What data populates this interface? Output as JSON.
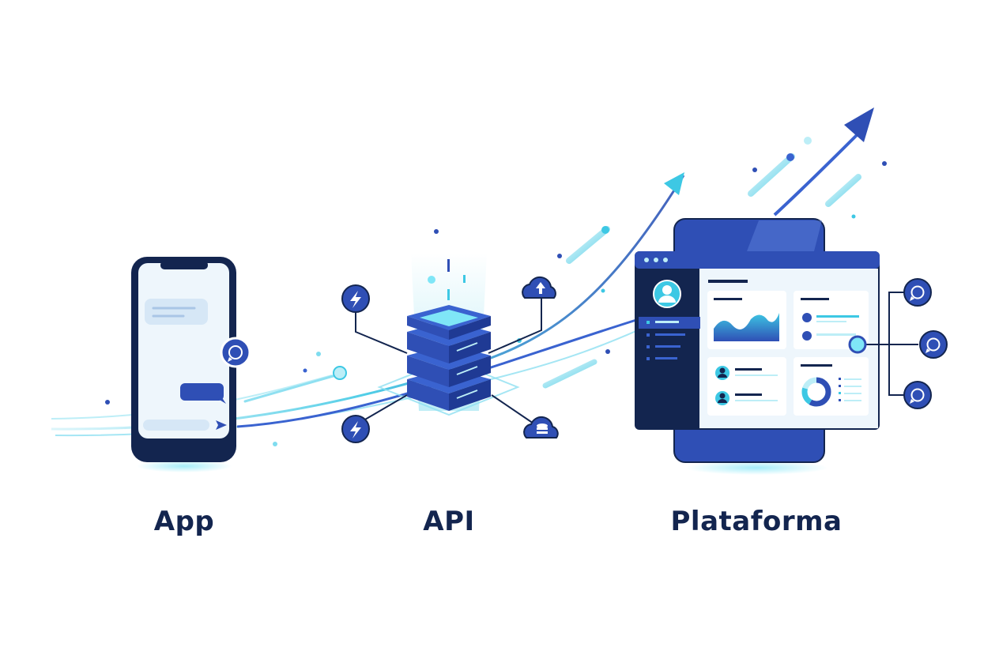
{
  "labels": {
    "app": "App",
    "api": "API",
    "platform": "Plataforma"
  },
  "colors": {
    "navy": "#13254f",
    "royal": "#2f4fb5",
    "blue": "#3a63d0",
    "cyan": "#3dc8e4",
    "light_cyan": "#bdeef7",
    "panel": "#eef6fc"
  },
  "icons": {
    "app": [
      "smartphone-icon",
      "chat-bubble-icon",
      "send-icon",
      "whatsapp-icon"
    ],
    "api": [
      "server-stack-icon",
      "lightning-icon",
      "cloud-upload-icon",
      "cloud-database-icon"
    ],
    "platform": [
      "dashboard-window-icon",
      "avatar-icon",
      "area-chart-icon",
      "donut-chart-icon",
      "whatsapp-icon",
      "growth-arrow-icon"
    ]
  }
}
